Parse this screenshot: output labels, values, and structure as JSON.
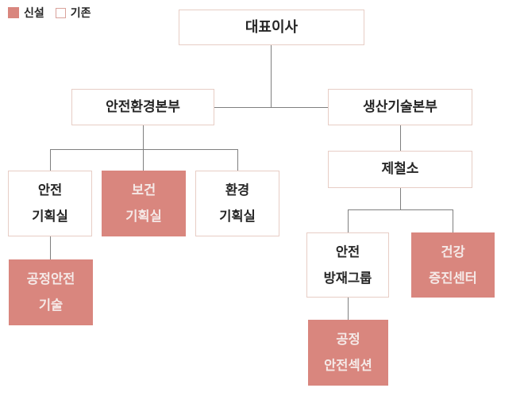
{
  "legend": {
    "new_label": "신설",
    "existing_label": "기존"
  },
  "colors": {
    "new_fill": "#D9867E",
    "new_text": "#F5E9E7",
    "existing_border": "#E7CDC5",
    "legend_box_border": "#D9A29B",
    "text_dark": "#262626",
    "connector": "#7F7F7F",
    "bg": "#FFFFFF"
  },
  "nodes": {
    "ceo": {
      "label": "대표이사",
      "status": "existing"
    },
    "safety_env_hq": {
      "label": "안전환경본부",
      "status": "existing"
    },
    "production_tech_hq": {
      "label": "생산기술본부",
      "status": "existing"
    },
    "steelworks": {
      "label": "제철소",
      "status": "existing"
    },
    "safety_planning": {
      "lines": [
        "안전",
        "기획실"
      ],
      "status": "existing"
    },
    "health_planning": {
      "lines": [
        "보건",
        "기획실"
      ],
      "status": "new"
    },
    "env_planning": {
      "lines": [
        "환경",
        "기획실"
      ],
      "status": "existing"
    },
    "process_safety_tech": {
      "lines": [
        "공정안전",
        "기술"
      ],
      "status": "new"
    },
    "safety_disaster_group": {
      "lines": [
        "안전",
        "방재그룹"
      ],
      "status": "existing"
    },
    "health_promotion_center": {
      "lines": [
        "건강",
        "증진센터"
      ],
      "status": "new"
    },
    "process_safety_section": {
      "lines": [
        "공정",
        "안전섹션"
      ],
      "status": "new"
    }
  }
}
